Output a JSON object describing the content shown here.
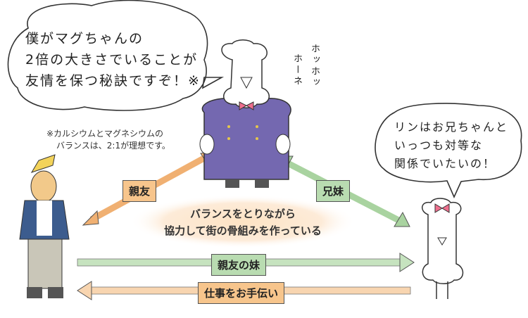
{
  "bubbles": {
    "big_bone": [
      "僕がマグちゃんの",
      "2倍の大きさでいることが",
      "友情を保つ秘訣ですぞ！※"
    ],
    "small_bone": [
      "リンはお兄ちゃんと",
      "いっつも対等な",
      "関係でいたいの！"
    ]
  },
  "sound_effect": [
    "ホッホッ",
    "ホーネ"
  ],
  "footnote": [
    "※カルシウムとマグネシウムの",
    "バランスは、2:1が理想です。"
  ],
  "relations": {
    "best_friend": "親友",
    "siblings": "兄妹",
    "center": [
      "バランスをとりながら",
      "協力して街の骨組みを作っている"
    ],
    "friends_sister": "親友の妹",
    "helps_work": "仕事をお手伝い"
  },
  "colors": {
    "orange": "#f7c58c",
    "green": "#b9dcb1",
    "purple": "#7468b0",
    "pink": "#ef6f8e"
  }
}
